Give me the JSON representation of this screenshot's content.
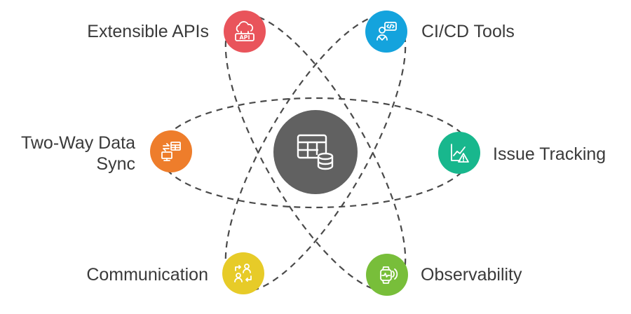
{
  "hub": {
    "icon": "table-database-icon",
    "color": "#616161"
  },
  "nodes": [
    {
      "id": "extensible-apis",
      "label": "Extensible APIs",
      "icon": "cloud-api-icon",
      "color": "#E9545B"
    },
    {
      "id": "ci-cd-tools",
      "label": "CI/CD Tools",
      "icon": "developer-code-icon",
      "color": "#14A3DD"
    },
    {
      "id": "two-way-data-sync",
      "label_line1": "Two-Way Data",
      "label_line2": "Sync",
      "icon": "sync-monitor-icon",
      "color": "#EE7D2B"
    },
    {
      "id": "issue-tracking",
      "label": "Issue Tracking",
      "icon": "chart-warning-icon",
      "color": "#18B78D"
    },
    {
      "id": "communication",
      "label": "Communication",
      "icon": "people-exchange-icon",
      "color": "#E7CB28"
    },
    {
      "id": "observability",
      "label": "Observability",
      "icon": "smartwatch-icon",
      "color": "#78BE3A"
    }
  ]
}
